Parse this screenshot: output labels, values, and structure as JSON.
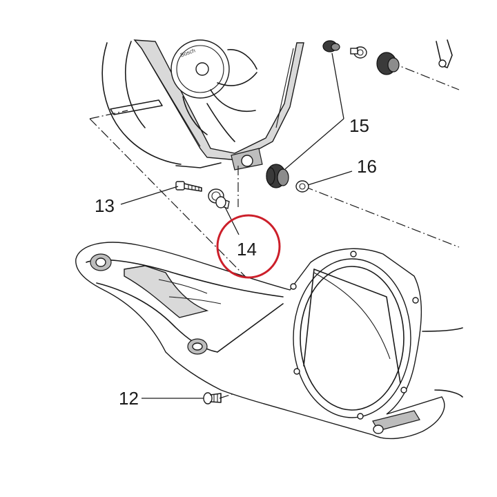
{
  "callouts": [
    {
      "id": "12",
      "label": "12"
    },
    {
      "id": "13",
      "label": "13"
    },
    {
      "id": "14",
      "label": "14"
    },
    {
      "id": "15",
      "label": "15"
    },
    {
      "id": "16",
      "label": "16"
    }
  ],
  "highlight": {
    "target": "14",
    "color": "#cc1f2a"
  },
  "fan_label": "Bosch"
}
